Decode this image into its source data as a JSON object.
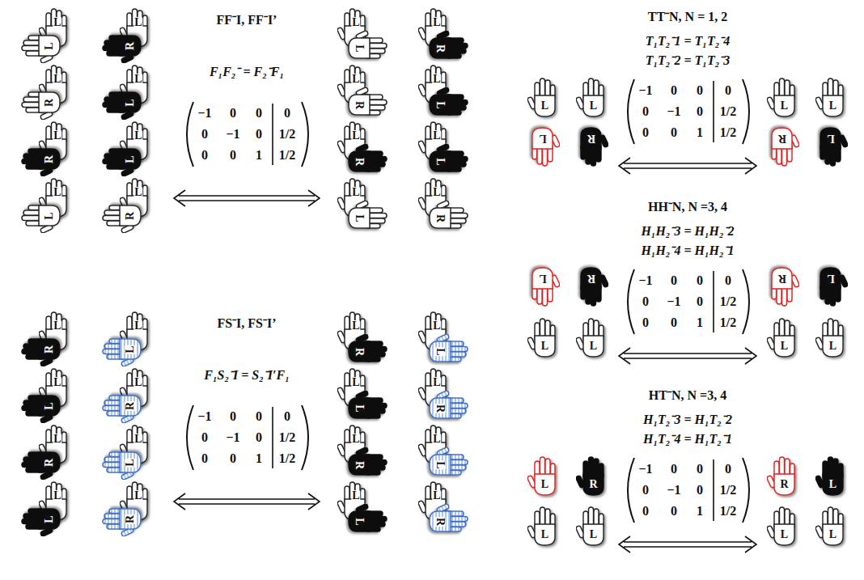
{
  "diagram": {
    "labels": [
      "FF⁻I, FF⁻I’",
      "F₁F₂⁻ = F₂⁻F₁",
      "−1",
      "0",
      "0",
      "0",
      "0",
      "−1",
      "0",
      "1/2",
      "0",
      "0",
      "1",
      "1/2",
      "L",
      "L",
      "L",
      "R",
      "L",
      "R",
      "L",
      "L",
      "L",
      "R",
      "L",
      "L",
      "L",
      "L",
      "L",
      "R",
      "L",
      "L",
      "L",
      "R",
      "L",
      "R",
      "L",
      "L",
      "L",
      "R",
      "L",
      "L",
      "L",
      "L",
      "L",
      "R",
      "FS⁻I, FS⁻I’",
      "F₁S₂⁻I = S₂⁻I′F₁",
      "−1",
      "0",
      "0",
      "0",
      "0",
      "−1",
      "0",
      "1/2",
      "0",
      "0",
      "1",
      "1/2",
      "L",
      "R",
      "L",
      "L",
      "L",
      "L",
      "L",
      "R",
      "L",
      "R",
      "L",
      "L",
      "L",
      "L",
      "L",
      "R",
      "L",
      "R",
      "L",
      "L",
      "L",
      "L",
      "L",
      "R",
      "L",
      "R",
      "L",
      "L",
      "L",
      "L",
      "L",
      "R",
      "TT⁻N, N = 1, 2",
      "T₁T₂⁻1 = T₁T₂⁻4",
      "T₁T₂⁻2 = T₁T₂⁻3",
      "−1",
      "0",
      "0",
      "0",
      "0",
      "−1",
      "0",
      "1/2",
      "0",
      "0",
      "1",
      "1/2",
      "L",
      "L",
      "L",
      "R",
      "L",
      "L",
      "R",
      "L",
      "HH⁻N, N =3, 4",
      "H₁H₂⁻3 = H₁H₂⁻2",
      "H₁H₂⁻4 = H₁H₂⁻1",
      "−1",
      "0",
      "0",
      "0",
      "0",
      "−1",
      "0",
      "1/2",
      "0",
      "0",
      "1",
      "1/2",
      "L",
      "R",
      "L",
      "L",
      "R",
      "L",
      "L",
      "L",
      "HT⁻N, N =3, 4",
      "H₁T₂⁻3 = H₁T₂⁻2",
      "H₁T₂⁻4 = H₁T₂⁻1",
      "−1",
      "0",
      "0",
      "0",
      "0",
      "−1",
      "0",
      "1/2",
      "0",
      "0",
      "1",
      "1/2",
      "L",
      "R",
      "L",
      "L",
      "R",
      "L",
      "L",
      "L"
    ]
  }
}
